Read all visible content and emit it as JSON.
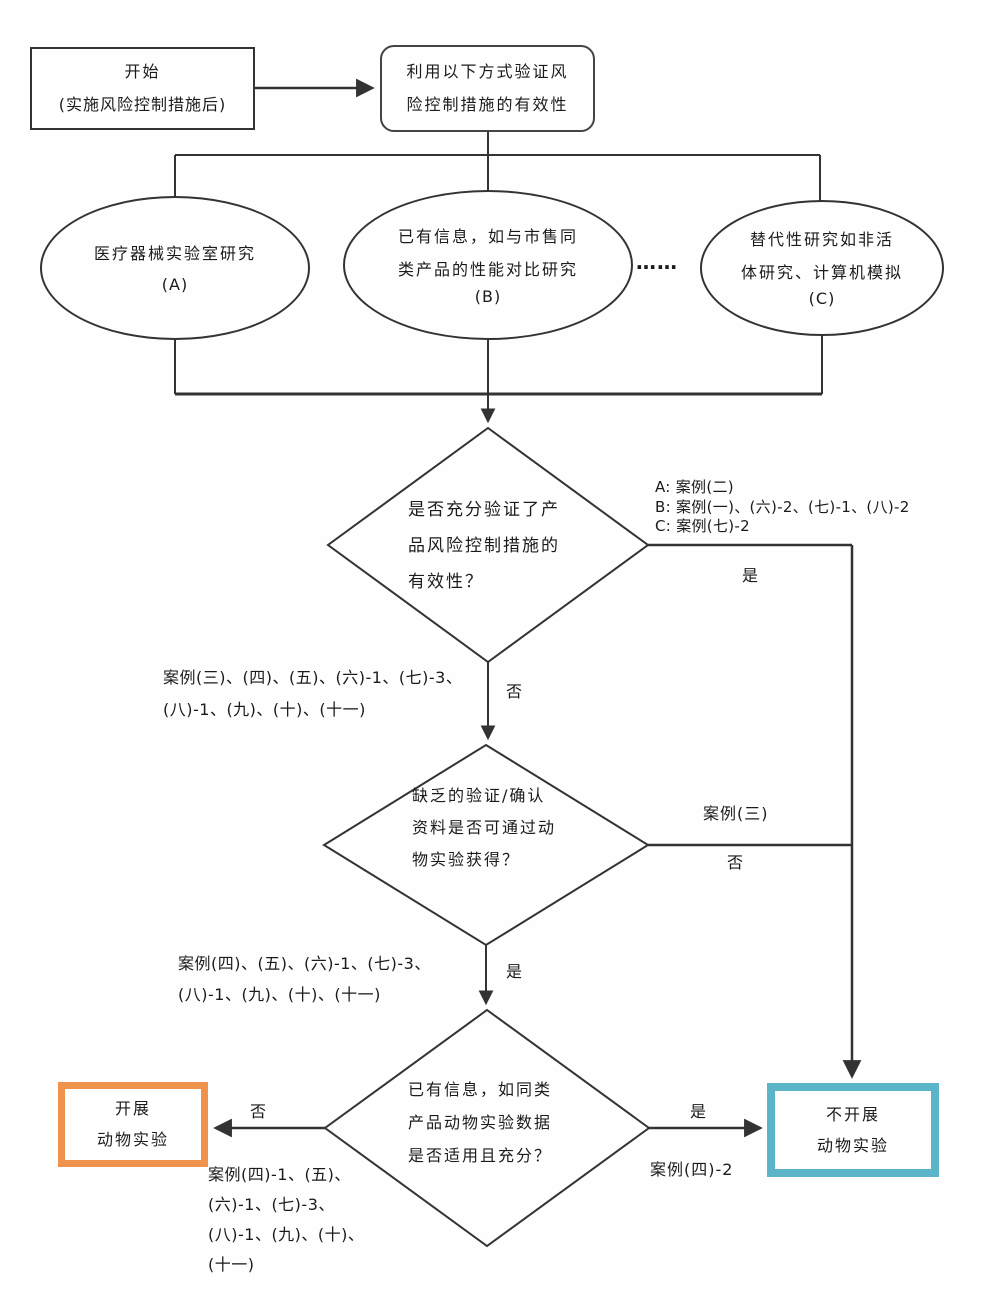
{
  "colors": {
    "line": "#333333",
    "carry_out_border": "#EF924C",
    "not_carry_out_border": "#5BB4C8"
  },
  "start_box": {
    "line1": "开始",
    "line2": "(实施风险控制措施后)"
  },
  "verify_box": {
    "line1": "利用以下方式验证风",
    "line2": "险控制措施的有效性"
  },
  "ellipse_a": {
    "line1": "医疗器械实验室研究",
    "label": "(A)"
  },
  "ellipse_b": {
    "line1": "已有信息，如与市售同",
    "line2": "类产品的性能对比研究",
    "label": "(B)"
  },
  "ellipse_c": {
    "line1": "替代性研究如非活",
    "line2": "体研究、计算机模拟",
    "label": "(C)"
  },
  "ellipsis_dots": "……",
  "decision1": {
    "line1": "是否充分验证了产",
    "line2": "品风险控制措施的",
    "line3": "有效性？",
    "yes_label": "是",
    "no_label": "否",
    "yes_cases_a": "A: 案例(二)",
    "yes_cases_b": "B: 案例(一)、(六)-2、(七)-1、(八)-2",
    "yes_cases_c": "C: 案例(七)-2",
    "no_cases_line1": "案例(三)、(四)、(五)、(六)-1、(七)-3、",
    "no_cases_line2": "(八)-1、(九)、(十)、(十一)"
  },
  "decision2": {
    "line1": "缺乏的验证/确认",
    "line2": "资料是否可通过动",
    "line3": "物实验获得？",
    "no_case": "案例(三)",
    "no_label": "否",
    "yes_label": "是",
    "yes_cases_line1": "案例(四)、(五)、(六)-1、(七)-3、",
    "yes_cases_line2": "(八)-1、(九)、(十)、(十一)"
  },
  "decision3": {
    "line1": "已有信息，如同类",
    "line2": "产品动物实验数据",
    "line3": "是否适用且充分？",
    "no_label": "否",
    "yes_label": "是",
    "no_cases_line1": "案例(四)-1、(五)、",
    "no_cases_line2": "(六)-1、(七)-3、",
    "no_cases_line3": "(八)-1、(九)、(十)、",
    "no_cases_line4": "(十一)",
    "yes_case": "案例(四)-2"
  },
  "carry_out_box": {
    "line1": "开展",
    "line2": "动物实验"
  },
  "not_carry_out_box": {
    "line1": "不开展",
    "line2": "动物实验"
  }
}
